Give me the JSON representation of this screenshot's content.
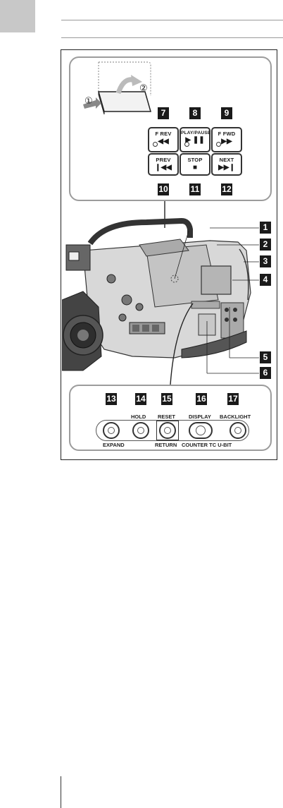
{
  "callouts": {
    "top": [
      {
        "id": "c7",
        "num": "7"
      },
      {
        "id": "c8",
        "num": "8"
      },
      {
        "id": "c9",
        "num": "9"
      },
      {
        "id": "c10",
        "num": "10"
      },
      {
        "id": "c11",
        "num": "11"
      },
      {
        "id": "c12",
        "num": "12"
      }
    ],
    "side": [
      {
        "id": "c1",
        "num": "1"
      },
      {
        "id": "c2",
        "num": "2"
      },
      {
        "id": "c3",
        "num": "3"
      },
      {
        "id": "c4",
        "num": "4"
      },
      {
        "id": "c5",
        "num": "5"
      },
      {
        "id": "c6",
        "num": "6"
      }
    ],
    "bottom": [
      {
        "id": "c13",
        "num": "13"
      },
      {
        "id": "c14",
        "num": "14"
      },
      {
        "id": "c15",
        "num": "15"
      },
      {
        "id": "c16",
        "num": "16"
      },
      {
        "id": "c17",
        "num": "17"
      }
    ]
  },
  "steps": {
    "one": "①",
    "two": "②"
  },
  "buttons": {
    "frev": {
      "label": "F REV",
      "symbol": "◀◀"
    },
    "playpause": {
      "label": "PLAY/PAUSE",
      "symbol": "▶ ❚❚"
    },
    "ffwd": {
      "label": "F FWD",
      "symbol": "▶▶"
    },
    "prev": {
      "label": "PREV",
      "symbol": "❙◀◀"
    },
    "stop": {
      "label": "STOP",
      "symbol": "■"
    },
    "next": {
      "label": "NEXT",
      "symbol": "▶▶❙"
    }
  },
  "lcd_labels": {
    "hold": "HOLD",
    "reset": "RESET",
    "display": "DISPLAY",
    "backlight": "BACKLIGHT",
    "expand": "EXPAND",
    "return": "RETURN",
    "counter": "COUNTER TC U-BIT"
  }
}
